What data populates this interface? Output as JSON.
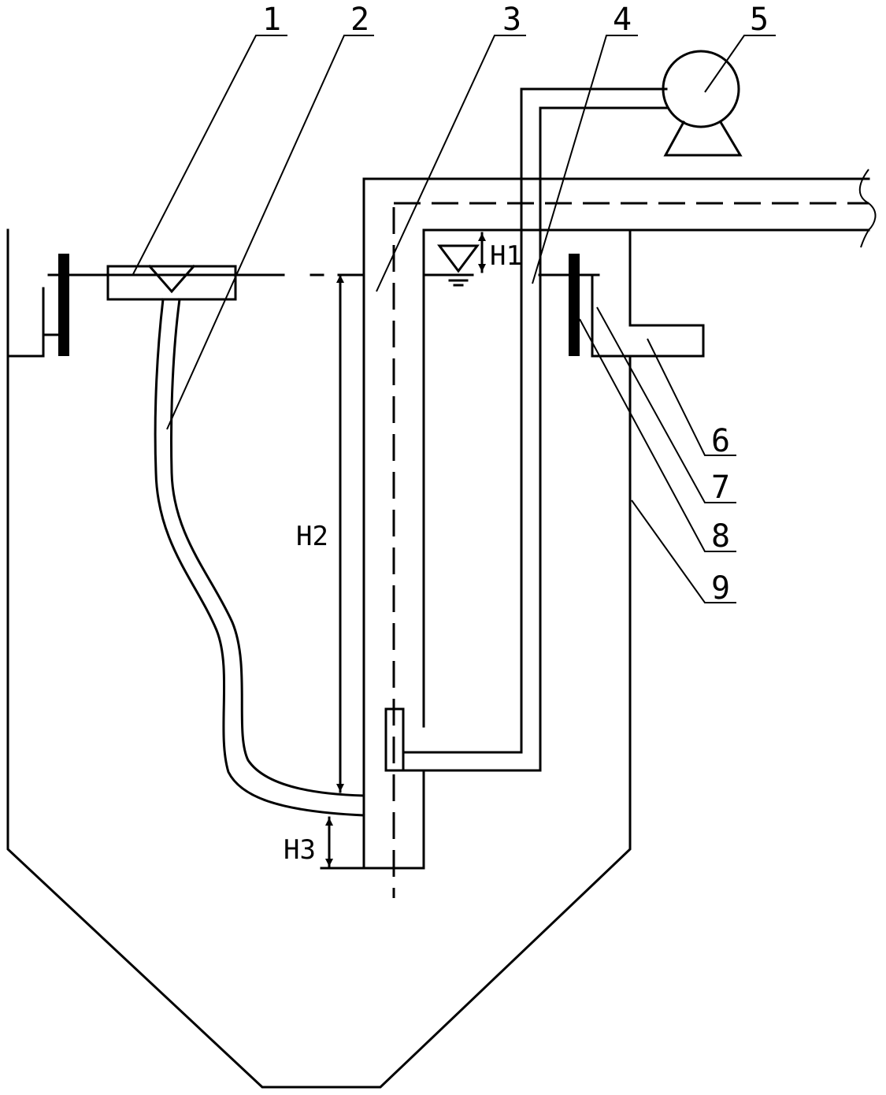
{
  "callouts": [
    {
      "id": "1",
      "label": "1"
    },
    {
      "id": "2",
      "label": "2"
    },
    {
      "id": "3",
      "label": "3"
    },
    {
      "id": "4",
      "label": "4"
    },
    {
      "id": "5",
      "label": "5"
    },
    {
      "id": "6",
      "label": "6"
    },
    {
      "id": "7",
      "label": "7"
    },
    {
      "id": "8",
      "label": "8"
    },
    {
      "id": "9",
      "label": "9"
    }
  ],
  "dimensions": {
    "h1": "H1",
    "h2": "H2",
    "h3": "H3"
  },
  "colors": {
    "stroke": "#000000",
    "background": "#ffffff"
  }
}
